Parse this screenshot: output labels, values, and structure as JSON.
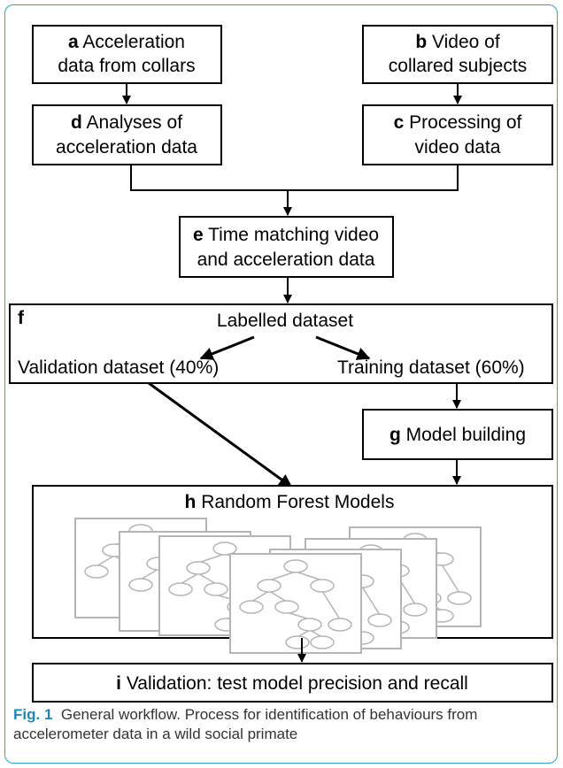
{
  "boxes": {
    "a": {
      "letter": "a",
      "line1": "Acceleration",
      "line2": "data from collars"
    },
    "b": {
      "letter": "b",
      "line1": "Video of",
      "line2": "collared subjects"
    },
    "d": {
      "letter": "d",
      "line1": "Analyses of",
      "line2": "acceleration data"
    },
    "c": {
      "letter": "c",
      "line1": "Processing of",
      "line2": "video data"
    },
    "e": {
      "letter": "e",
      "line1": "Time matching video",
      "line2": "and acceleration data"
    },
    "f": {
      "letter": "f",
      "title": "Labelled dataset",
      "left": "Validation dataset (40%)",
      "right": "Training dataset (60%)"
    },
    "g": {
      "letter": "g",
      "label": "Model building"
    },
    "h": {
      "letter": "h",
      "label": "Random Forest Models"
    },
    "i": {
      "letter": "i",
      "label": "Validation: test model precision and recall"
    }
  },
  "caption": {
    "label": "Fig. 1",
    "text": "General workflow. Process for identification of behaviours from accelerometer data in a wild social primate"
  },
  "colors": {
    "frame": "#2fa4c6",
    "caption_label": "#1e88b4",
    "tree": "#b5b5b5"
  }
}
